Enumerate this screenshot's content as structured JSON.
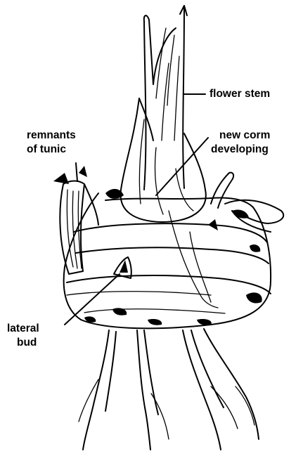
{
  "labels": {
    "flower_stem": "flower stem",
    "new_corm_line1": "new corm",
    "new_corm_line2": "developing",
    "tunic_line1": "remnants",
    "tunic_line2": "of tunic",
    "bud_line1": "lateral",
    "bud_line2": "bud"
  },
  "colors": {
    "ink": "#000000",
    "background": "#ffffff"
  }
}
